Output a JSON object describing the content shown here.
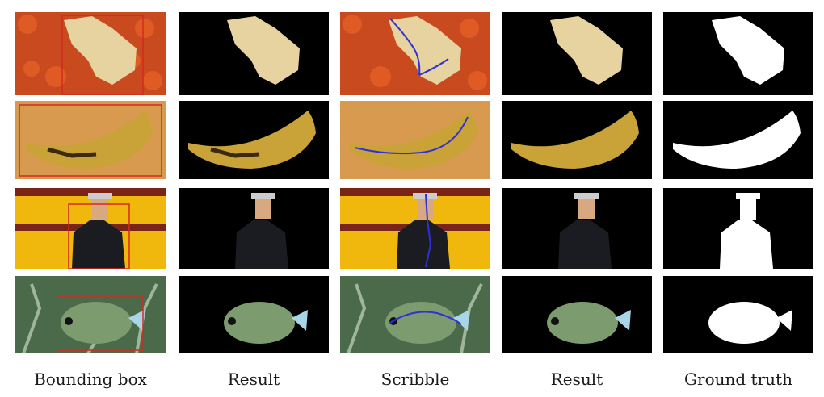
{
  "columns": [
    {
      "label": "Bounding box"
    },
    {
      "label": "Result"
    },
    {
      "label": "Scribble"
    },
    {
      "label": "Result"
    },
    {
      "label": "Ground truth"
    }
  ],
  "rows": [
    {
      "subject": "rock"
    },
    {
      "subject": "banana"
    },
    {
      "subject": "man"
    },
    {
      "subject": "fish"
    }
  ],
  "colors": {
    "box": "#d42a20",
    "scribble": "#3030d8",
    "background": "#000000",
    "mask": "#ffffff"
  }
}
